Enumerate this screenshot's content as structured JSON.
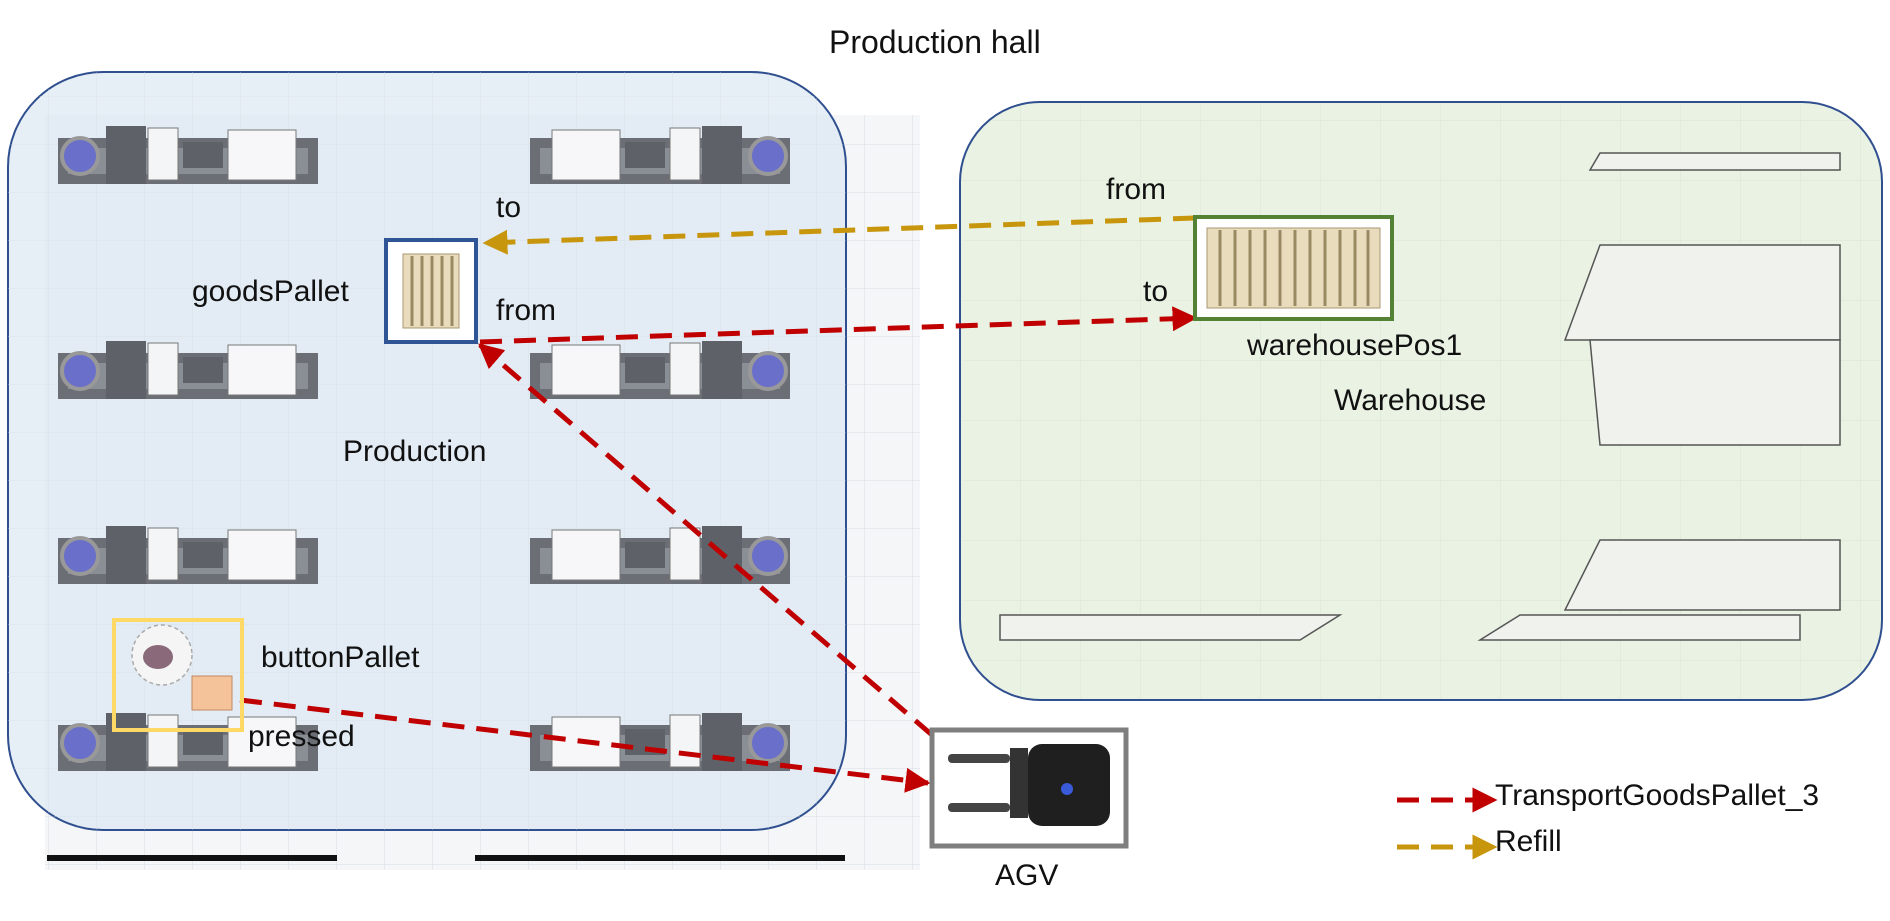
{
  "title": "Production hall",
  "areas": {
    "production": "Production",
    "warehouse": "Warehouse"
  },
  "nodes": {
    "goods_pallet": "goodsPallet",
    "warehouse_pos": "warehousePos1",
    "button_pallet": "buttonPallet",
    "agv": "AGV"
  },
  "edge_labels": {
    "to_goods": "to",
    "from_goods": "from",
    "from_warehouse": "from",
    "to_warehouse": "to",
    "pressed": "pressed"
  },
  "legend": {
    "transport": "TransportGoodsPallet_3",
    "refill": "Refill"
  },
  "colors": {
    "transport": "#c00000",
    "refill": "#c8960c",
    "production_bg": "#e6eff7",
    "warehouse_bg": "#e9f3e4",
    "region_border": "#2f4f8f",
    "goods_box": "#2f5597",
    "warehouse_box": "#548235",
    "button_box": "#ffd966",
    "agv_box": "#7f7f7f"
  }
}
